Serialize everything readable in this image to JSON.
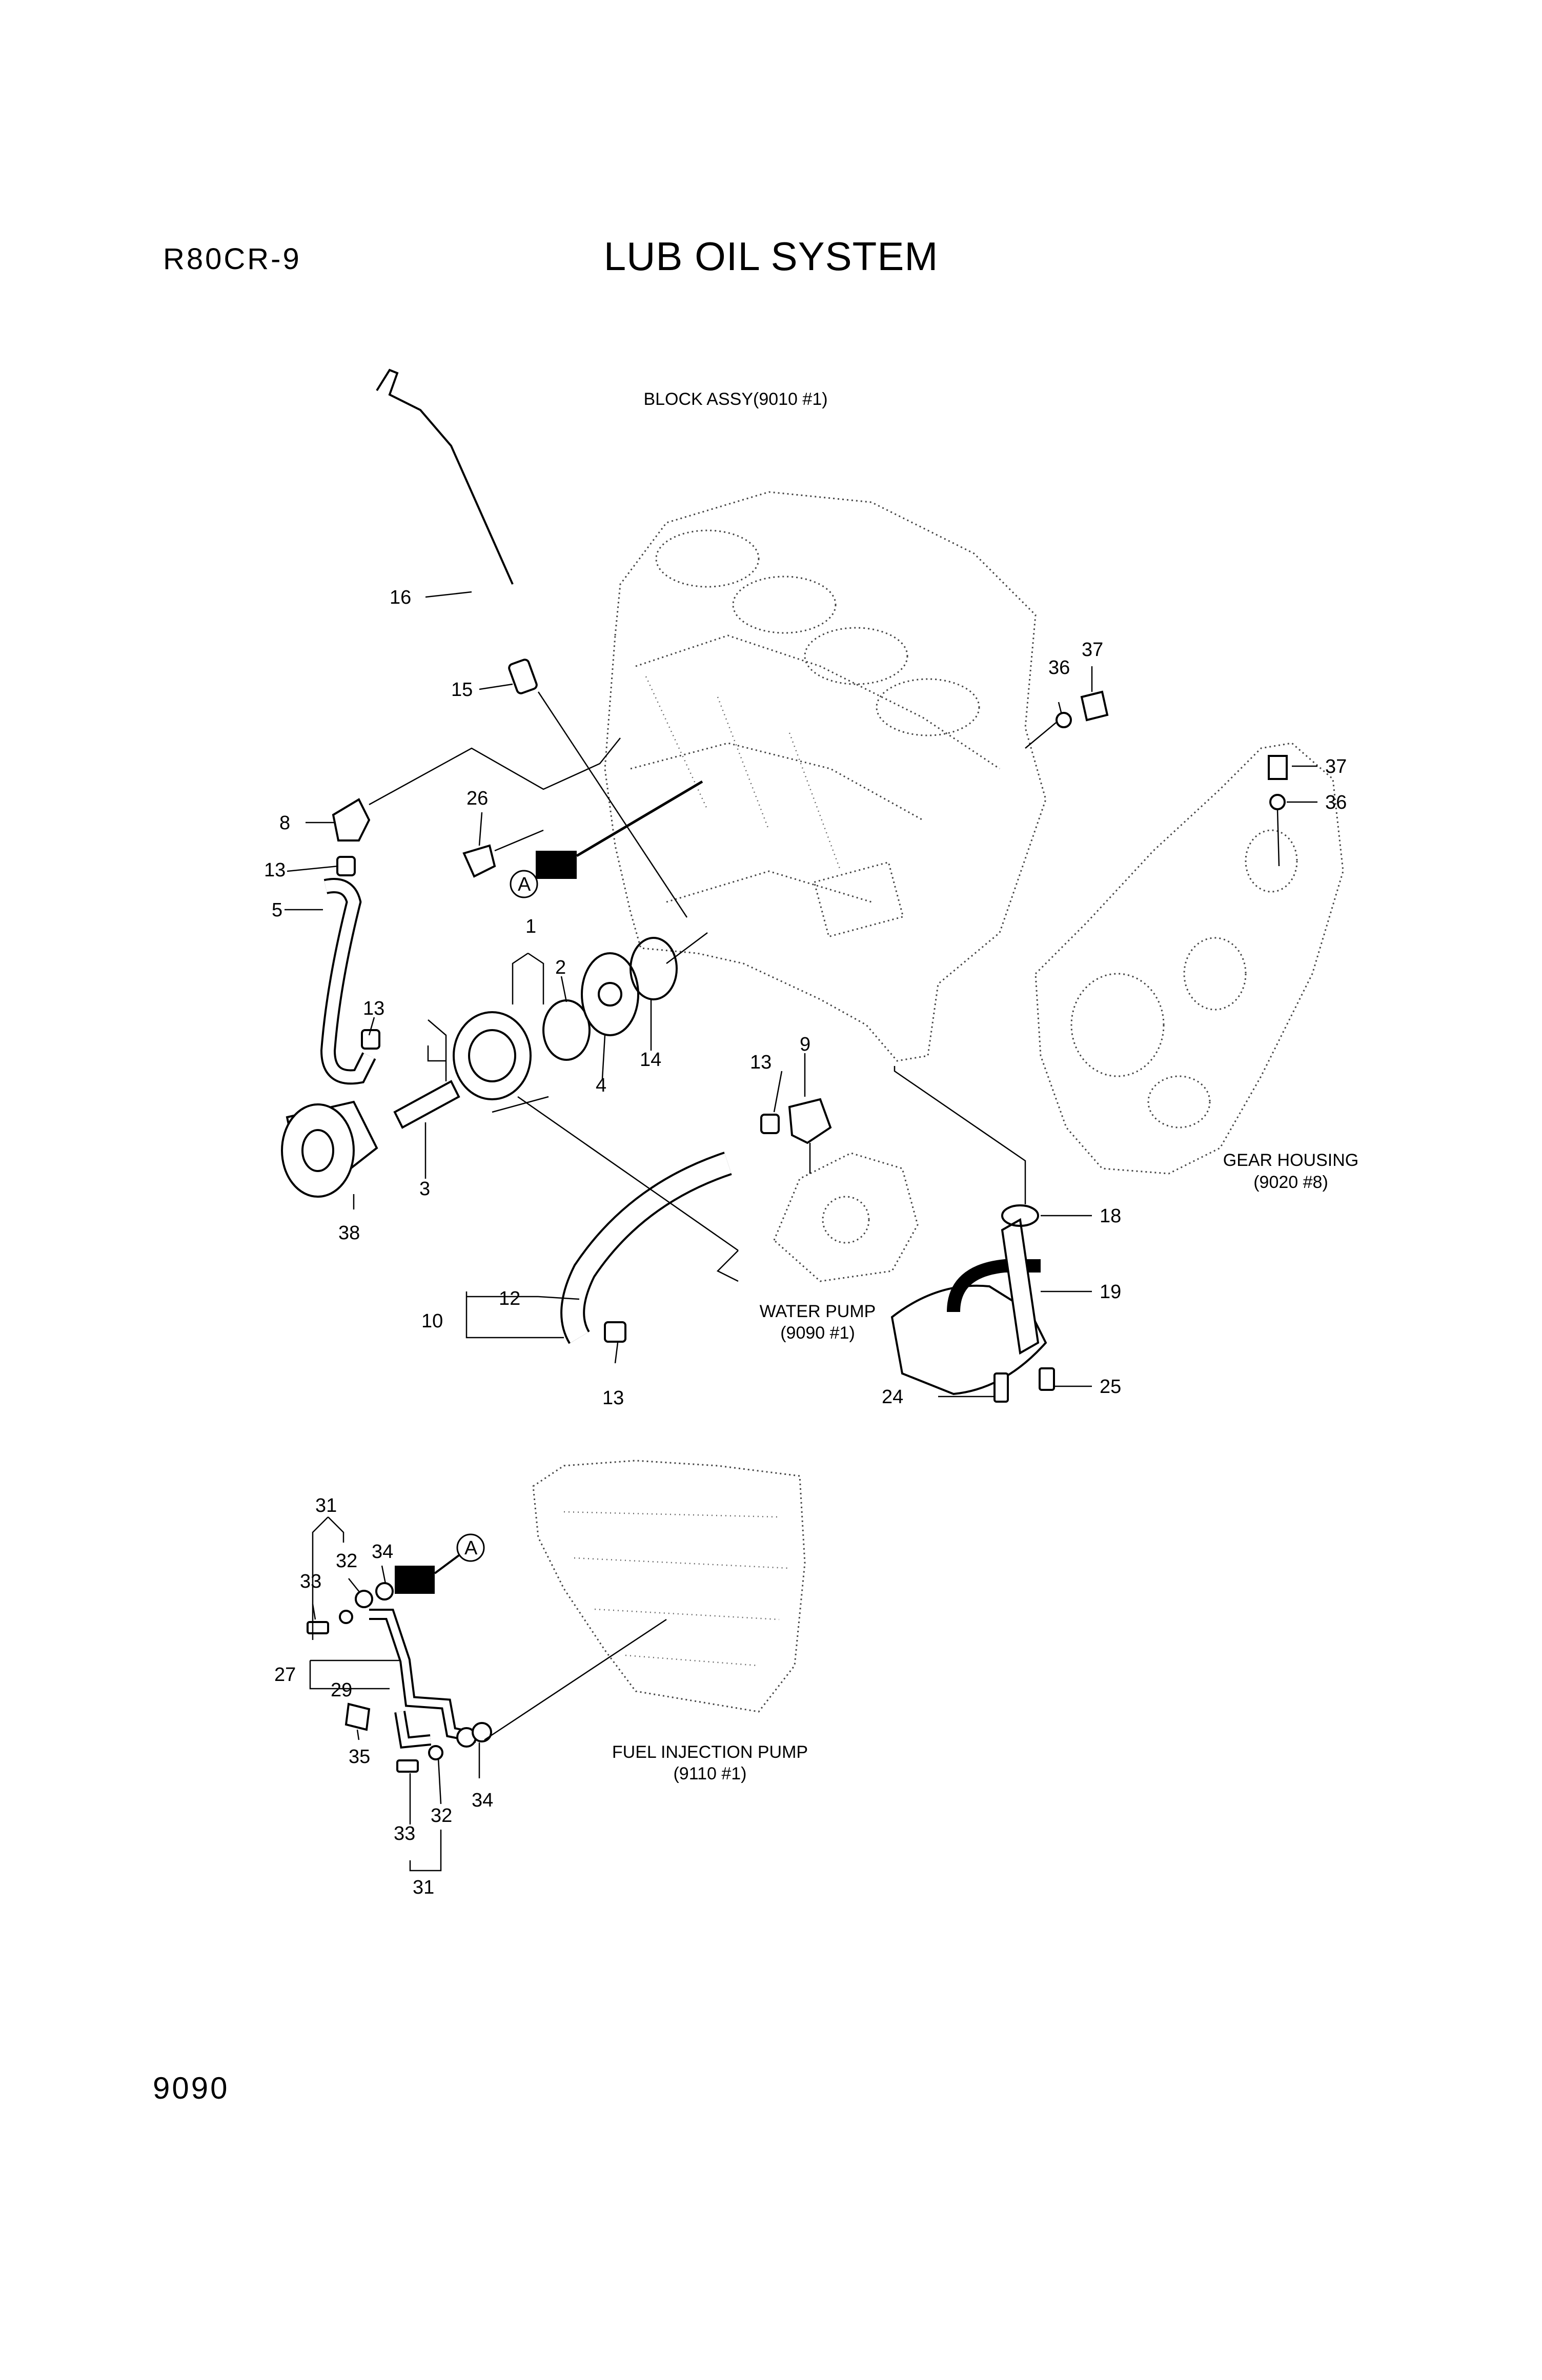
{
  "header": {
    "model": "R80CR-9",
    "title": "LUB OIL SYSTEM"
  },
  "footer": {
    "page_number": "9090"
  },
  "references": {
    "block": {
      "line1": "BLOCK ASSY(9010 #1)"
    },
    "gear_housing": {
      "line1": "GEAR HOUSING",
      "line2": "(9020 #8)"
    },
    "water_pump": {
      "line1": "WATER PUMP",
      "line2": "(9090 #1)"
    },
    "fuel_pump": {
      "line1": "FUEL INJECTION PUMP",
      "line2": "(9110 #1)"
    }
  },
  "markers": {
    "view_a_top": "A",
    "view_a_bottom": "A"
  },
  "callouts": {
    "c1": "1",
    "c2": "2",
    "c3": "3",
    "c4": "4",
    "c5": "5",
    "c8": "8",
    "c9": "9",
    "c10": "10",
    "c12": "12",
    "c13a": "13",
    "c13b": "13",
    "c13c": "13",
    "c13d": "13",
    "c14": "14",
    "c15": "15",
    "c16": "16",
    "c18": "18",
    "c19": "19",
    "c24": "24",
    "c25": "25",
    "c26": "26",
    "c27": "27",
    "c29": "29",
    "c31a": "31",
    "c31b": "31",
    "c32a": "32",
    "c32b": "32",
    "c33a": "33",
    "c33b": "33",
    "c34a": "34",
    "c34b": "34",
    "c35": "35",
    "c36a": "36",
    "c36b": "36",
    "c37a": "37",
    "c37b": "37",
    "c38": "38"
  }
}
